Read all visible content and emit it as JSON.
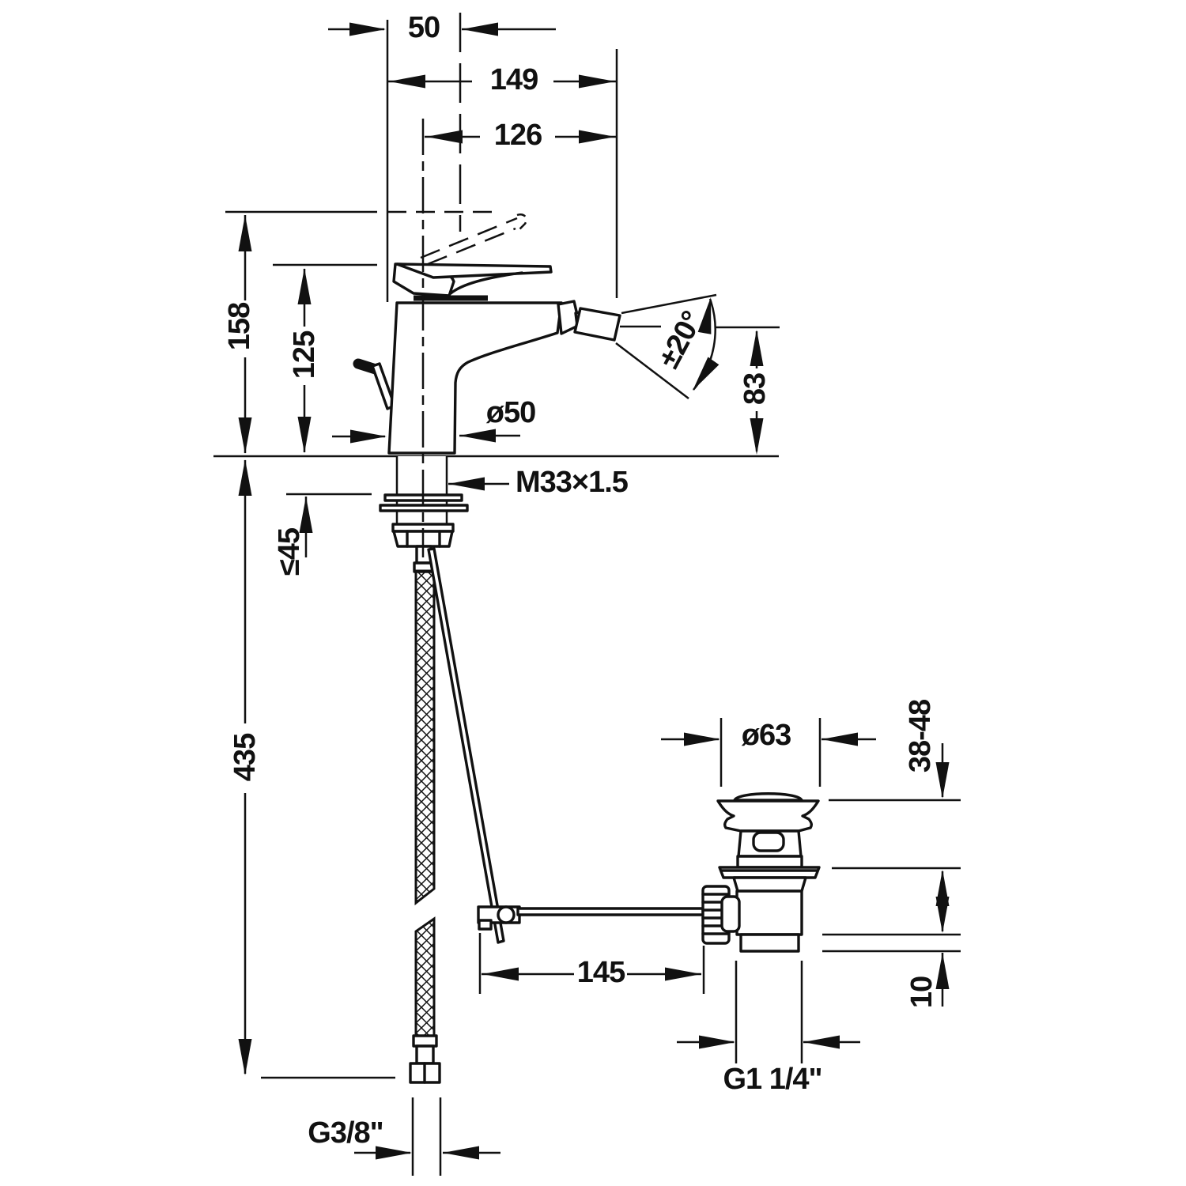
{
  "page": {
    "background": "#ffffff",
    "line_color": "#111111"
  },
  "drawing": {
    "type": "technical-dimension-diagram",
    "subject": "single-lever bidet mixer with pop-up waste set",
    "dimensions": {
      "dim_50": "50",
      "dim_149": "149",
      "dim_126": "126",
      "dim_158": "158",
      "dim_125": "125",
      "dim_45": "≤45",
      "dim_435": "435",
      "dim_o50": "ø50",
      "thread_m33": "M33×1.5",
      "angle_20": "±20°",
      "dim_83": "83",
      "dim_o63": "ø63",
      "dim_3848": "38-48",
      "dim_145": "145",
      "dim_10": "10",
      "thread_g114": "G1 1/4\"",
      "thread_g38": "G3/8\""
    }
  }
}
